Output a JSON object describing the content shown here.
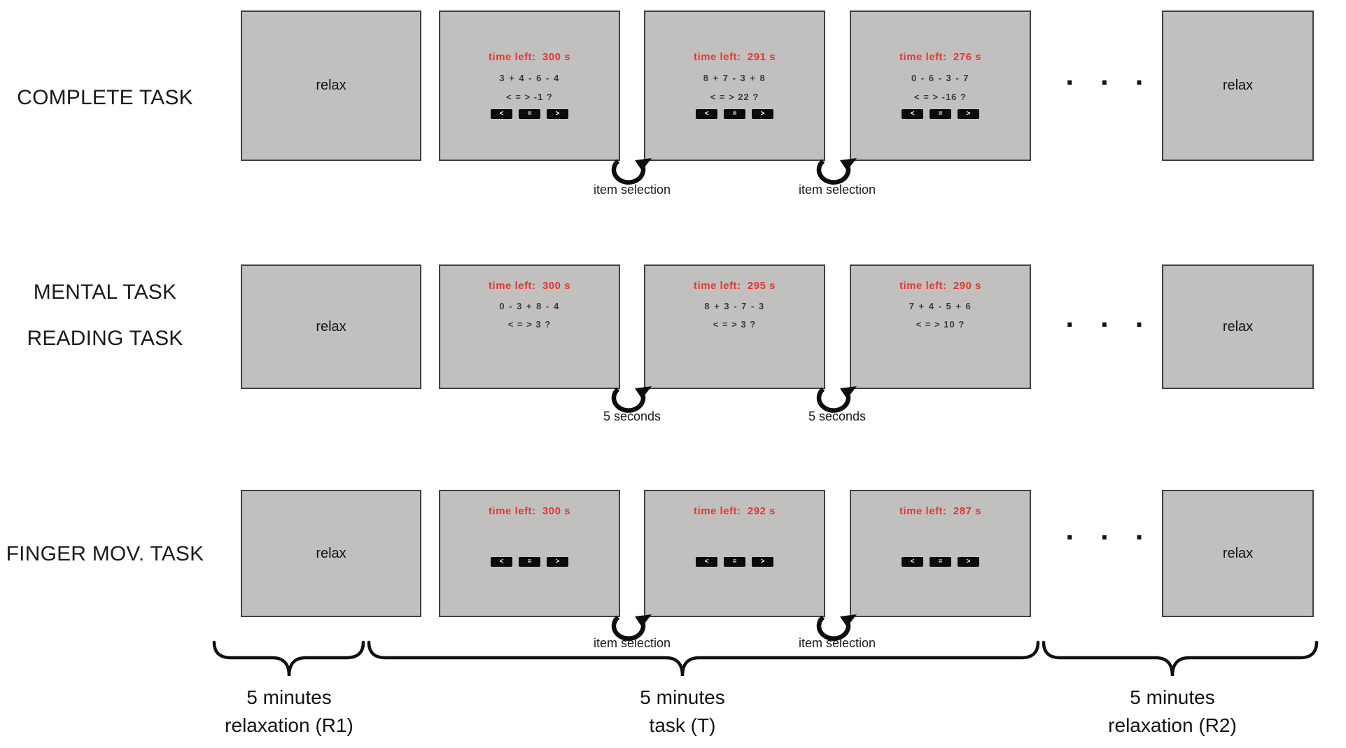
{
  "figure": {
    "colors": {
      "timer_red": "#e8352c",
      "screen_gray": "#c1c0bf"
    },
    "rows": [
      {
        "label": "COMPLETE TASK",
        "relax_left": "relax",
        "relax_right": "relax",
        "ellipsis": "· · ·",
        "transitions": [
          "item selection",
          "item selection"
        ],
        "screens": [
          {
            "time_left": "time left:  300 s",
            "expression": "3 + 4 - 6 - 4",
            "comparison": "< = > -1 ?",
            "buttons": [
              "<",
              "=",
              ">"
            ]
          },
          {
            "time_left": "time left:  291 s",
            "expression": "8 + 7 - 3 + 8",
            "comparison": "< = > 22 ?",
            "buttons": [
              "<",
              "=",
              ">"
            ]
          },
          {
            "time_left": "time left:  276 s",
            "expression": "0 - 6 - 3 - 7",
            "comparison": "< = > -16 ?",
            "buttons": [
              "<",
              "=",
              ">"
            ]
          }
        ]
      },
      {
        "label": "MENTAL TASK",
        "label2": "READING TASK",
        "relax_left": "relax",
        "relax_right": "relax",
        "ellipsis": "· · ·",
        "transitions": [
          "5 seconds",
          "5 seconds"
        ],
        "screens": [
          {
            "time_left": "time left:  300 s",
            "expression": "0 - 3 + 8 - 4",
            "comparison": "< = > 3 ?"
          },
          {
            "time_left": "time left:  295 s",
            "expression": "8 + 3 - 7 - 3",
            "comparison": "< = > 3 ?"
          },
          {
            "time_left": "time left:  290 s",
            "expression": "7 + 4 - 5 + 6",
            "comparison": "< = > 10 ?"
          }
        ]
      },
      {
        "label": "FINGER MOV. TASK",
        "relax_left": "relax",
        "relax_right": "relax",
        "ellipsis": "· · ·",
        "transitions": [
          "item selection",
          "item selection"
        ],
        "screens": [
          {
            "time_left": "time left:  300 s",
            "buttons": [
              "<",
              "=",
              ">"
            ]
          },
          {
            "time_left": "time left:  292 s",
            "buttons": [
              "<",
              "=",
              ">"
            ]
          },
          {
            "time_left": "time left:  287 s",
            "buttons": [
              "<",
              "=",
              ">"
            ]
          }
        ]
      }
    ],
    "phases": [
      {
        "line1": "5 minutes",
        "line2": "relaxation (R1)"
      },
      {
        "line1": "5 minutes",
        "line2": "task (T)"
      },
      {
        "line1": "5 minutes",
        "line2": "relaxation (R2)"
      }
    ]
  }
}
